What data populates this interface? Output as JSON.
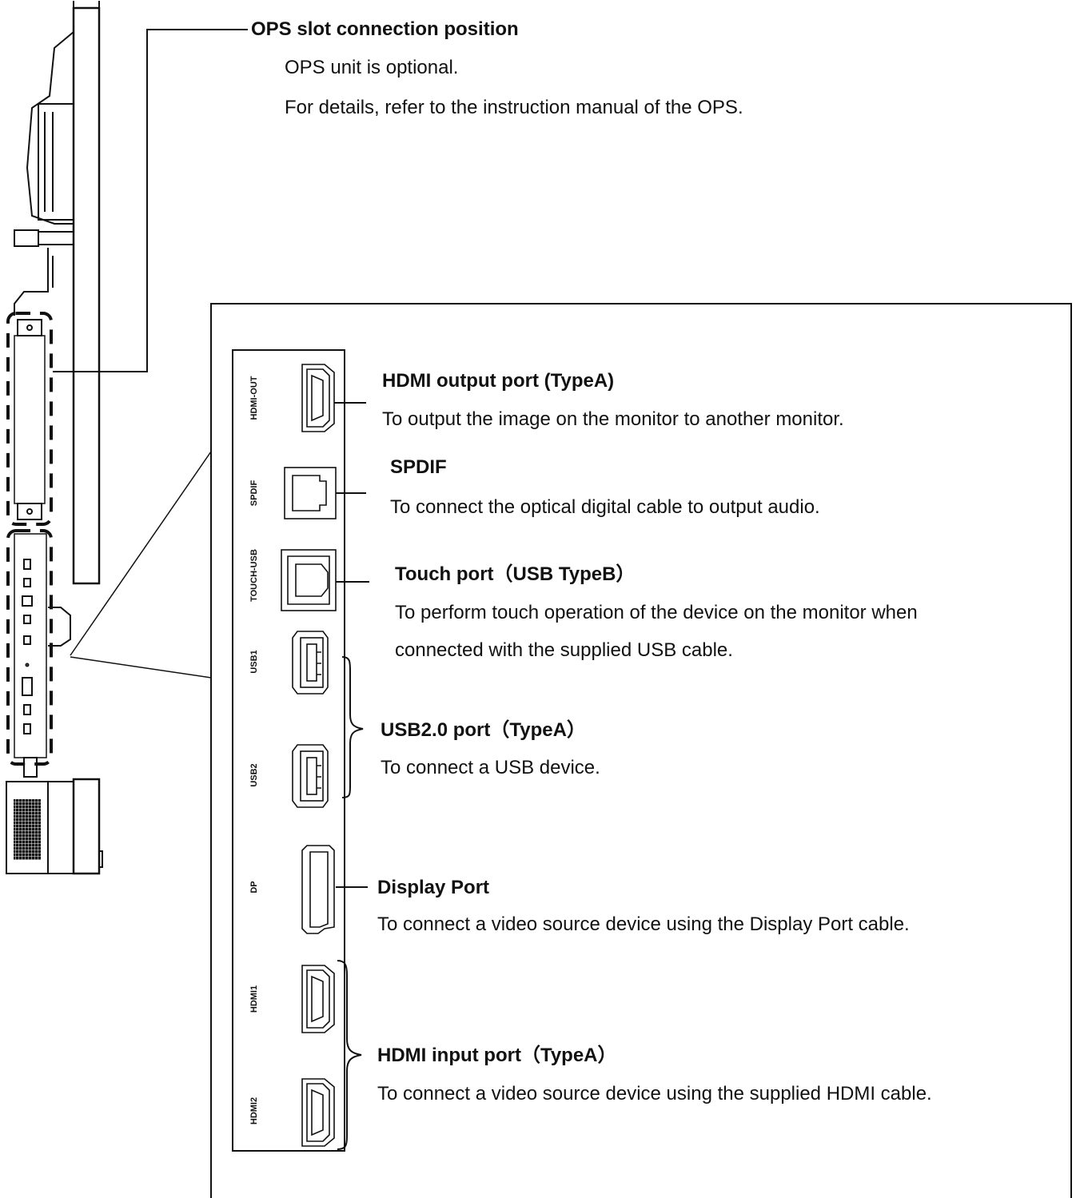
{
  "ops": {
    "title": "OPS slot connection position",
    "line1": "OPS unit is optional.",
    "line2": "For details, refer to the instruction manual of the OPS."
  },
  "panel_labels": {
    "hdmi_out": "HDMI-OUT",
    "spdif": "SPDIF",
    "touch_usb": "TOUCH-USB",
    "usb1": "USB1",
    "usb2": "USB2",
    "dp": "DP",
    "hdmi1": "HDMI1",
    "hdmi2": "HDMI2"
  },
  "callouts": {
    "hdmi_out": {
      "title": "HDMI output port (TypeA)",
      "desc": "To output the image on the monitor to another monitor."
    },
    "spdif": {
      "title": "SPDIF",
      "desc": "To connect the optical digital cable to output audio."
    },
    "touch": {
      "title": "Touch port（USB TypeB）",
      "desc1": "To perform touch operation of the device on the monitor when",
      "desc2": "connected with the supplied USB cable."
    },
    "usb": {
      "title": "USB2.0 port（TypeA）",
      "desc": "To connect a USB device."
    },
    "dp": {
      "title": "Display Port",
      "desc": "To connect a video source device using the Display Port cable."
    },
    "hdmi_in": {
      "title": "HDMI input port（TypeA）",
      "desc": "To connect a video source device using the supplied HDMI cable."
    }
  }
}
